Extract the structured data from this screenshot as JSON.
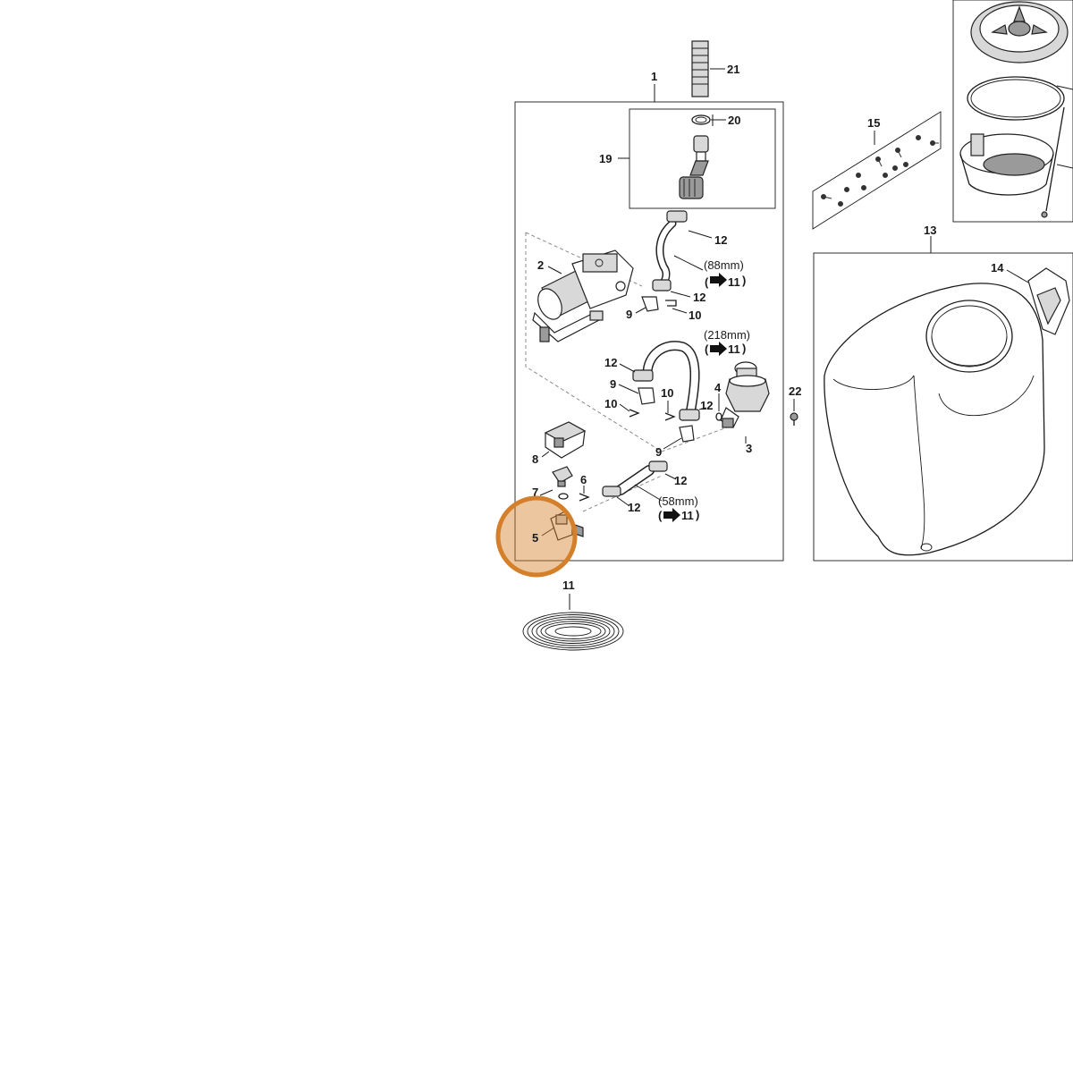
{
  "callouts": {
    "c1": "1",
    "c2": "2",
    "c3": "3",
    "c4": "4",
    "c5": "5",
    "c6": "6",
    "c7": "7",
    "c8": "8",
    "c9a": "9",
    "c9b": "9",
    "c9c": "9",
    "c10a": "10",
    "c10b": "10",
    "c10c": "10",
    "c11": "11",
    "c12a": "12",
    "c12b": "12",
    "c12c": "12",
    "c12d": "12",
    "c12e": "12",
    "c12f": "12",
    "c13": "13",
    "c14": "14",
    "c15": "15",
    "c19": "19",
    "c20": "20",
    "c21": "21",
    "c22": "22"
  },
  "hose_notes": {
    "hose_88": {
      "length": "(88mm)",
      "ref_prefix": "(",
      "ref": "11",
      "ref_suffix": ")"
    },
    "hose_218": {
      "length": "(218mm)",
      "ref_prefix": "(",
      "ref": "11",
      "ref_suffix": ")"
    },
    "hose_58": {
      "length": "(58mm)",
      "ref_prefix": "(",
      "ref": "11",
      "ref_suffix": ")"
    }
  },
  "highlight": {
    "part": "5",
    "color": "#d4802a"
  }
}
